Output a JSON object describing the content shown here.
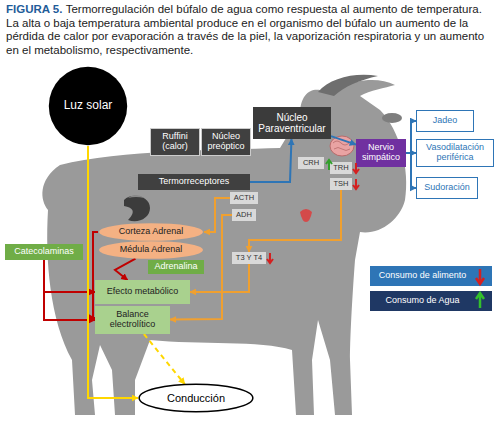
{
  "diagram": {
    "title": "FIGURA 5.",
    "caption": "Termorregulación del búfalo de agua como respuesta al aumento de temperatura. La alta o baja temperatura ambiental produce en el organismo del búfalo un aumento de la pérdida de calor por evaporación a través de la piel, la vaporización respiratoria y un aumento en el metabolismo, respectivamente.",
    "nodes": [
      {
        "text": [
          "Luz solar"
        ]
      },
      {
        "text": [
          "Núcleo Paraventricular"
        ]
      },
      {
        "text": [
          "Ruffini (calor)"
        ]
      },
      {
        "text": [
          "Núcleo preóptico"
        ]
      },
      {
        "text": [
          "Jadeo"
        ]
      },
      {
        "text": [
          "Nervio simpático"
        ]
      },
      {
        "text": [
          "Vasodilatación periférica"
        ]
      },
      {
        "text": [
          "Termorreceptores"
        ]
      },
      {
        "text": [
          "CRH"
        ]
      },
      {
        "text": [
          "ACTH"
        ]
      },
      {
        "text": [
          "TRH"
        ]
      },
      {
        "text": [
          "ADH"
        ]
      },
      {
        "text": [
          "TSH"
        ]
      },
      {
        "text": [
          "Sudoración"
        ]
      },
      {
        "text": [
          "Corteza Adrenal"
        ]
      },
      {
        "text": [
          "Catecolaminas"
        ]
      },
      {
        "text": [
          "Médula Adrenal"
        ]
      },
      {
        "text": [
          "Adrenalina"
        ]
      },
      {
        "text": [
          "T3 Y T4"
        ]
      },
      {
        "text": [
          "Consumo de alimento"
        ]
      },
      {
        "text": [
          "Efecto metabólico"
        ]
      },
      {
        "text": [
          "Consumo de Agua"
        ]
      },
      {
        "text": [
          "Balance electrolítico"
        ]
      },
      {
        "text": [
          "Conducción"
        ]
      }
    ],
    "edges": [
      {
        "from": 7,
        "to": 1,
        "arrow": "to"
      },
      {
        "from": 1,
        "to": 5,
        "arrow": "to"
      },
      {
        "from": 5,
        "to": 4,
        "arrow": "to"
      },
      {
        "from": 5,
        "to": 6,
        "arrow": "to"
      },
      {
        "from": 5,
        "to": 13,
        "arrow": "to"
      },
      {
        "from": 15,
        "to": 20,
        "arrow": "to"
      },
      {
        "from": 15,
        "to": 22,
        "arrow": "to"
      },
      {
        "from": 16,
        "to": 20,
        "arrow": "to"
      },
      {
        "from": 14,
        "to": 22,
        "arrow": "to"
      },
      {
        "from": 18,
        "to": 20,
        "arrow": "to"
      },
      {
        "from": 9,
        "to": 14,
        "arrow": "to"
      },
      {
        "from": 11,
        "to": 22,
        "arrow": "to"
      },
      {
        "from": 12,
        "to": 18,
        "arrow": "to"
      },
      {
        "from": 22,
        "to": 23,
        "arrow": "to"
      },
      {
        "from": 0,
        "to": 23,
        "arrow": "to"
      }
    ]
  }
}
